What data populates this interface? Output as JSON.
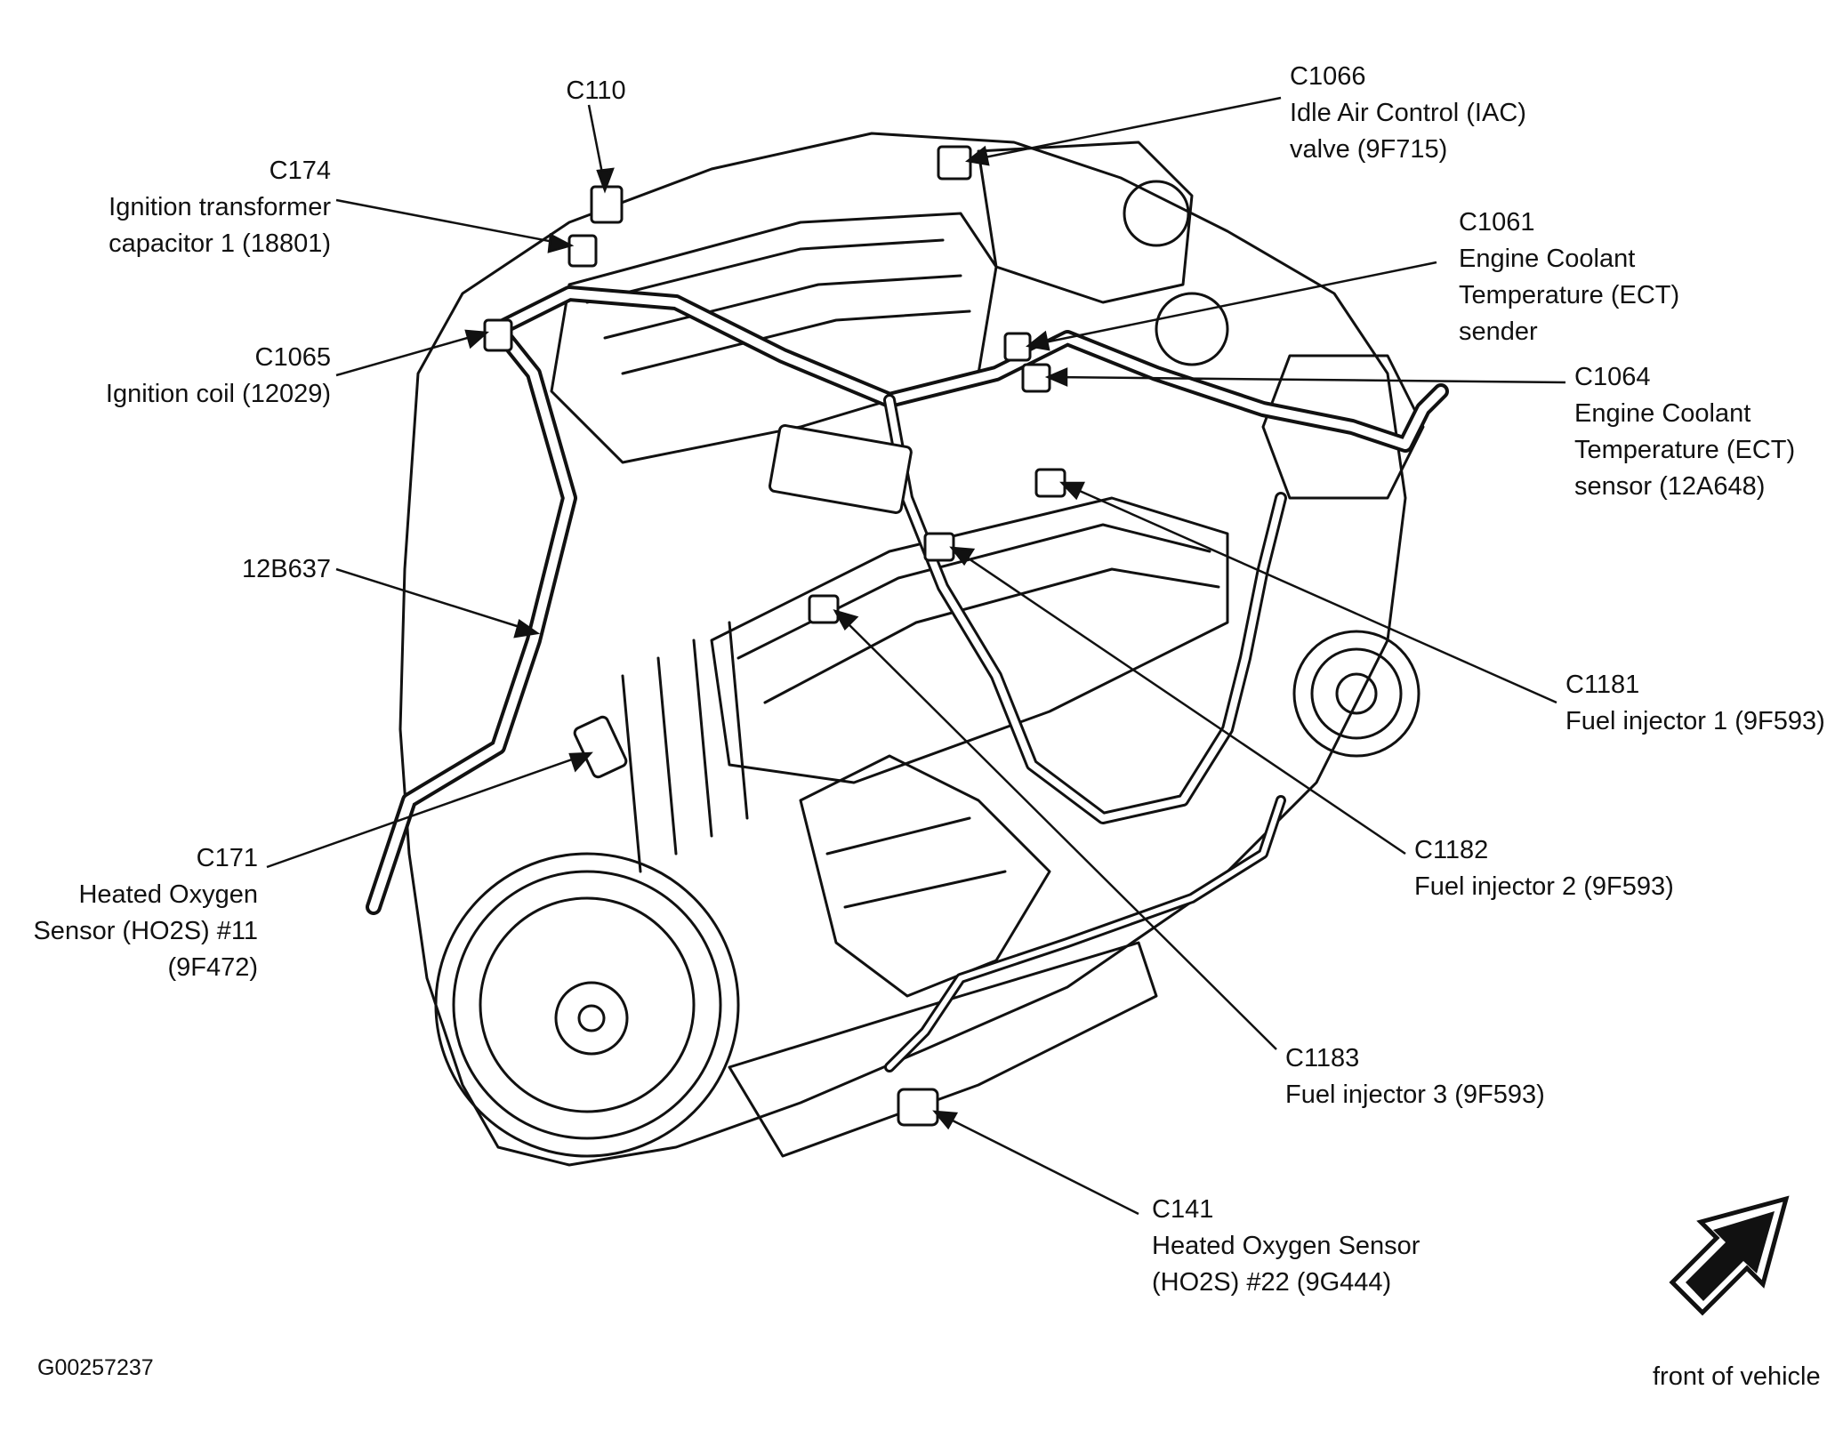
{
  "callouts": {
    "c110": [
      "C110"
    ],
    "c174": [
      "C174",
      "Ignition transformer",
      "capacitor 1 (18801)"
    ],
    "c1065": [
      "C1065",
      "Ignition coil (12029)"
    ],
    "b12b637": [
      "12B637"
    ],
    "c171": [
      "C171",
      "Heated Oxygen",
      "Sensor (HO2S) #11",
      "(9F472)"
    ],
    "c1066": [
      "C1066",
      "Idle Air Control (IAC)",
      "valve (9F715)"
    ],
    "c1061": [
      "C1061",
      "Engine Coolant",
      "Temperature (ECT)",
      "sender"
    ],
    "c1064": [
      "C1064",
      "Engine Coolant",
      "Temperature (ECT)",
      "sensor (12A648)"
    ],
    "c1181": [
      "C1181",
      "Fuel injector 1 (9F593)"
    ],
    "c1182": [
      "C1182",
      "Fuel injector 2 (9F593)"
    ],
    "c1183": [
      "C1183",
      "Fuel injector 3 (9F593)"
    ],
    "c141": [
      "C141",
      "Heated Oxygen Sensor",
      "(HO2S) #22 (9G444)"
    ]
  },
  "figure_id": "G00257237",
  "orientation_label": "front of vehicle",
  "colors": {
    "ink": "#111111",
    "paper": "#ffffff"
  }
}
